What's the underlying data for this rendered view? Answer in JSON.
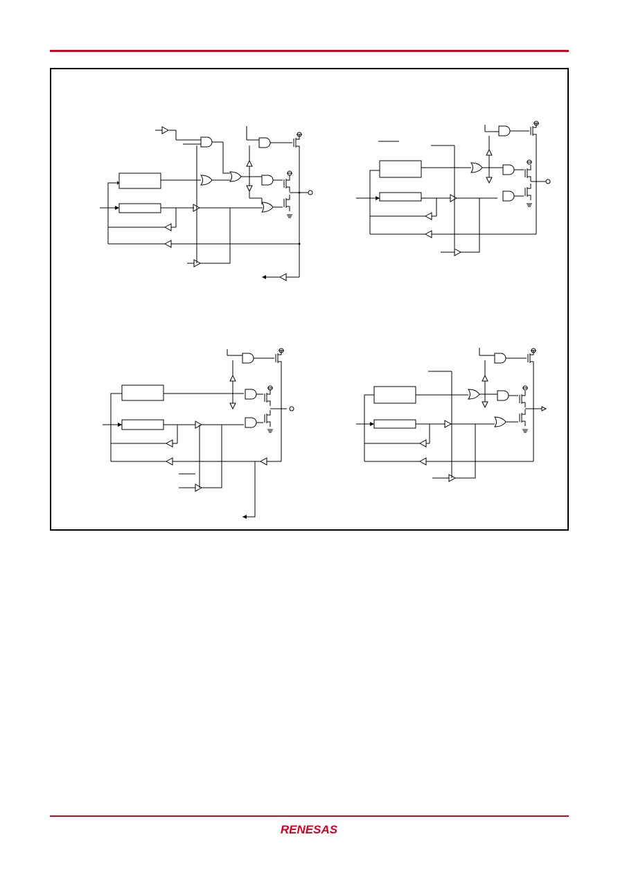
{
  "brand": {
    "name": "RENESAS",
    "accent_color": "#d8001c"
  },
  "figure": {
    "panels": [
      {
        "id": "top-left"
      },
      {
        "id": "top-right"
      },
      {
        "id": "bottom-left"
      },
      {
        "id": "bottom-right"
      }
    ]
  }
}
